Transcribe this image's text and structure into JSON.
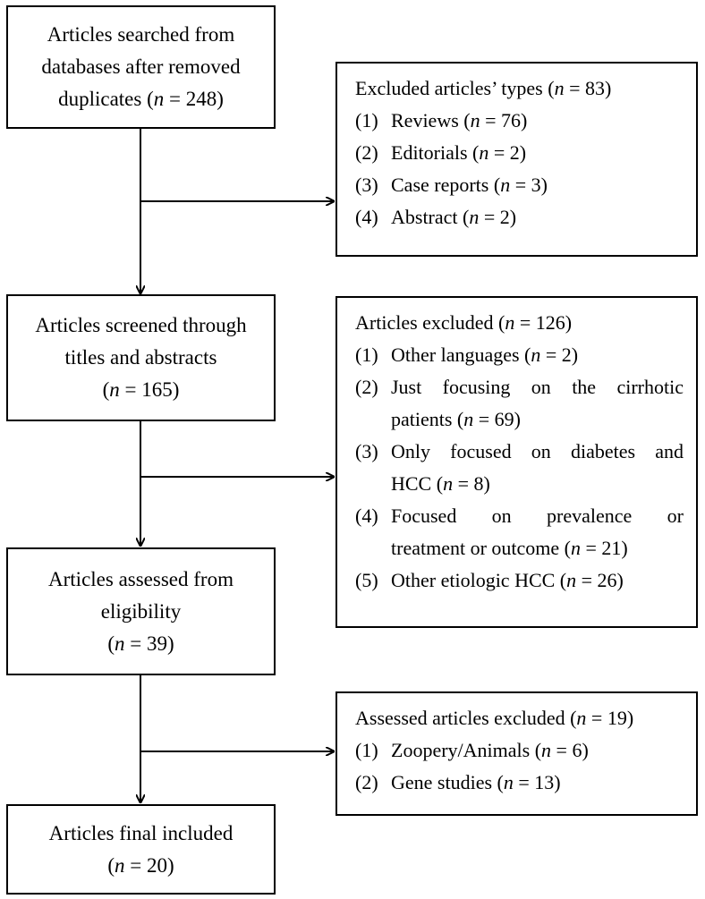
{
  "stages": [
    {
      "lines": [
        "Articles searched from",
        "databases after removed",
        "duplicates ("
      ],
      "n_var": "n",
      "n_text": " = 248)"
    },
    {
      "lines": [
        "Articles screened through",
        "titles and abstracts",
        "("
      ],
      "n_var": "n",
      "n_text": " = 165)"
    },
    {
      "lines": [
        "Articles assessed from",
        "eligibility",
        "("
      ],
      "n_var": "n",
      "n_text": " = 39)"
    },
    {
      "lines": [
        "Articles final included",
        "("
      ],
      "n_var": "n",
      "n_text": " = 20)"
    }
  ],
  "exclusions": [
    {
      "title_pre": "Excluded articles’ types (",
      "title_var": "n",
      "title_post": " = 83)",
      "items": [
        {
          "num": "(1)",
          "pre": "Reviews (",
          "var": "n",
          "post": " = 76)"
        },
        {
          "num": "(2)",
          "pre": "Editorials (",
          "var": "n",
          "post": " = 2)"
        },
        {
          "num": "(3)",
          "pre": "Case reports (",
          "var": "n",
          "post": " = 3)"
        },
        {
          "num": "(4)",
          "pre": "Abstract (",
          "var": "n",
          "post": " = 2)"
        }
      ]
    },
    {
      "title_pre": "Articles excluded (",
      "title_var": "n",
      "title_post": " = 126)",
      "items": [
        {
          "num": "(1)",
          "pre": "Other languages (",
          "var": "n",
          "post": " = 2)"
        },
        {
          "num": "(2)",
          "line1": "Just focusing on the cirrhotic",
          "pre": "patients (",
          "var": "n",
          "post": " = 69)"
        },
        {
          "num": "(3)",
          "line1": "Only focused on diabetes and",
          "pre": "HCC (",
          "var": "n",
          "post": " = 8)"
        },
        {
          "num": "(4)",
          "line1": "Focused on prevalence or",
          "pre": "treatment or outcome (",
          "var": "n",
          "post": " = 21)"
        },
        {
          "num": "(5)",
          "pre": "Other etiologic HCC (",
          "var": "n",
          "post": " = 26)"
        }
      ]
    },
    {
      "title_pre": "Assessed articles excluded (",
      "title_var": "n",
      "title_post": " = 19)",
      "items": [
        {
          "num": "(1)",
          "pre": "Zoopery/Animals (",
          "var": "n",
          "post": " = 6)"
        },
        {
          "num": "(2)",
          "pre": "Gene studies (",
          "var": "n",
          "post": " = 13)"
        }
      ]
    }
  ]
}
